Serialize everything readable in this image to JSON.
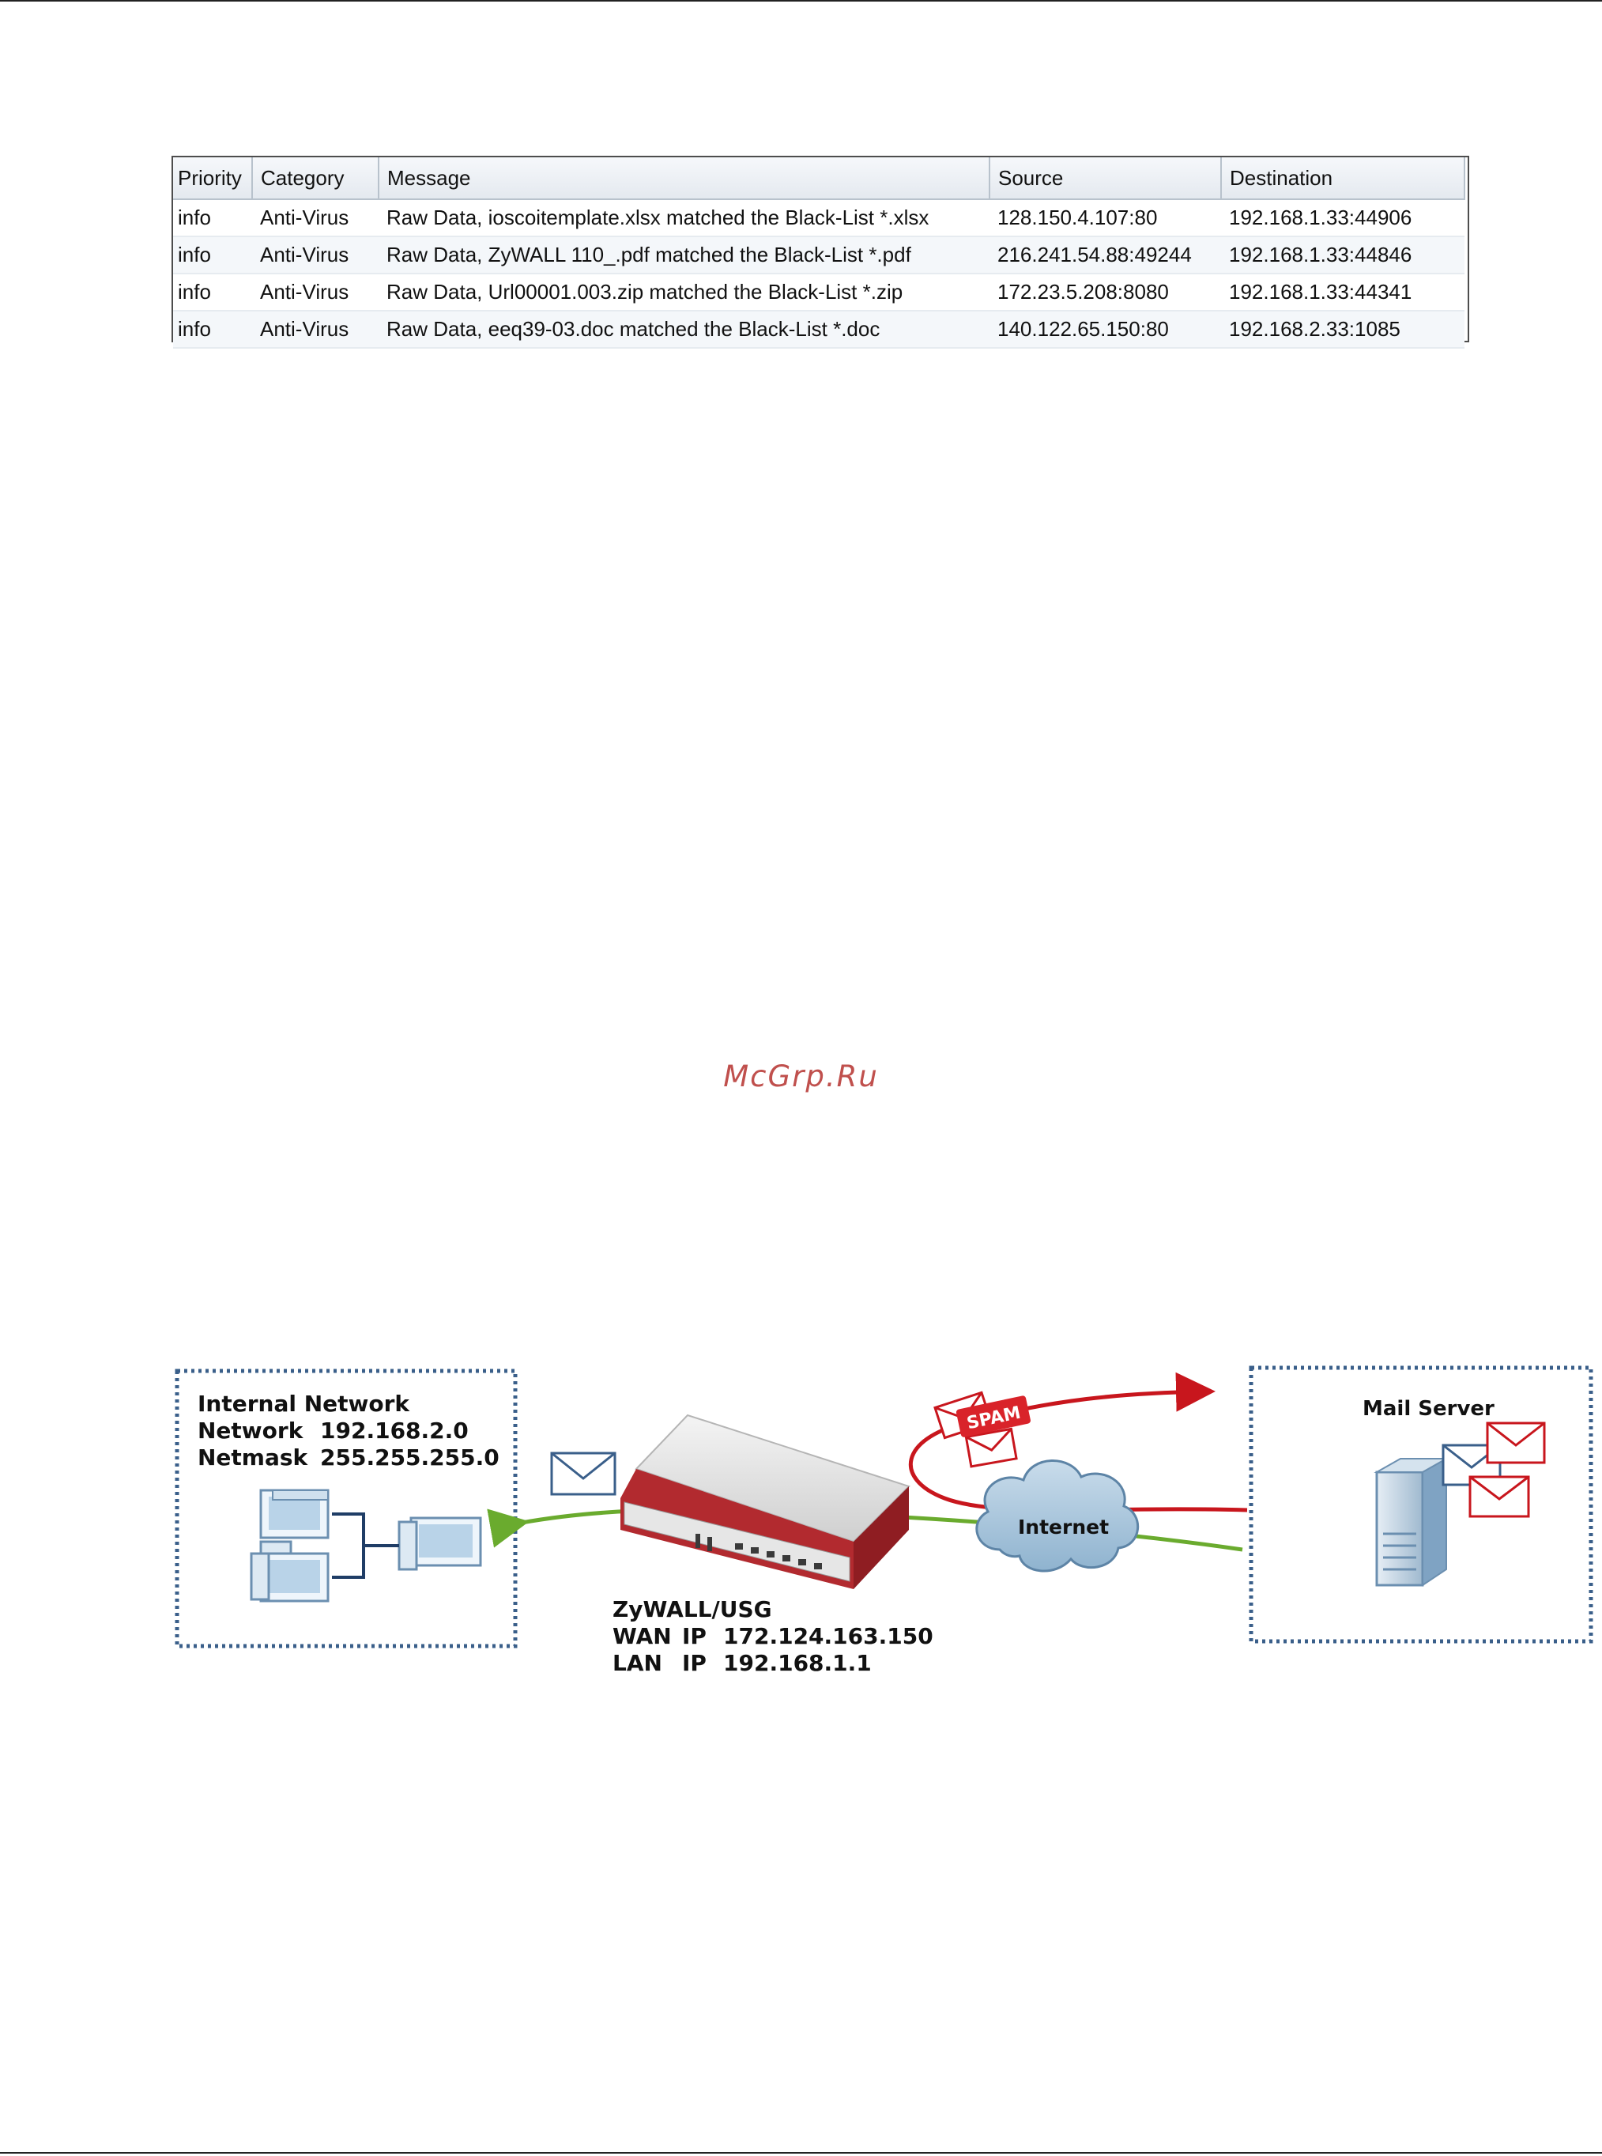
{
  "log_table": {
    "columns": [
      "Priority",
      "Category",
      "Message",
      "Source",
      "Destination"
    ],
    "rows": [
      [
        "info",
        "Anti-Virus",
        "Raw Data, ioscoitemplate.xlsx matched the Black-List *.xlsx",
        "128.150.4.107:80",
        "192.168.1.33:44906"
      ],
      [
        "info",
        "Anti-Virus",
        "Raw Data, ZyWALL 110_.pdf matched the Black-List *.pdf",
        "216.241.54.88:49244",
        "192.168.1.33:44846"
      ],
      [
        "info",
        "Anti-Virus",
        "Raw Data, Url00001.003.zip matched the Black-List *.zip",
        "172.23.5.208:8080",
        "192.168.1.33:44341"
      ],
      [
        "info",
        "Anti-Virus",
        "Raw Data, eeq39-03.doc matched the Black-List *.doc",
        "140.122.65.150:80",
        "192.168.2.33:1085"
      ]
    ]
  },
  "watermark": "McGrp.Ru",
  "diagram": {
    "internal_network": {
      "title": "Internal Network",
      "network_label": "Network",
      "network_value": "192.168.2.0",
      "netmask_label": "Netmask",
      "netmask_value": "255.255.255.0"
    },
    "device": {
      "name": "ZyWALL/USG",
      "wan_label": "WAN",
      "wan_ip_label": "IP",
      "wan_ip": "172.124.163.150",
      "lan_label": "LAN",
      "lan_ip_label": "IP",
      "lan_ip": "192.168.1.1"
    },
    "internet_label": "Internet",
    "mail_server_label": "Mail Server",
    "spam_label": "SPAM",
    "colors": {
      "spam_path": "#c8161d",
      "mail_path": "#6aab2e",
      "dotted_border": "#3a5f8a",
      "cloud": "#a9c7dc"
    },
    "icons": [
      "envelope-icon",
      "computer-icon",
      "firewall-device-icon",
      "cloud-icon",
      "server-icon",
      "spam-envelope-icon"
    ]
  }
}
